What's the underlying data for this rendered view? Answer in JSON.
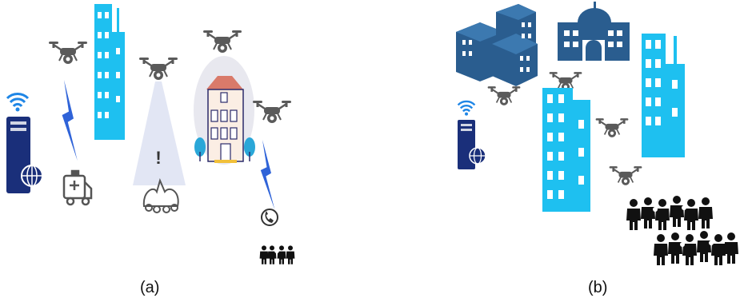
{
  "panels": [
    {
      "caption": "(a)"
    },
    {
      "caption": "(b)"
    }
  ],
  "colors": {
    "skyscraper": "#1ec0f0",
    "skyscraper_window": "#ffffff",
    "server": "#1a2f7a",
    "wifi": "#1f86e6",
    "drone": "#5a5a5a",
    "lightning": "#2f63d8",
    "office_block": "#2a5d8f",
    "house_roof": "#d97a6a",
    "house_wall": "#fbeee4",
    "crowd": "#111111",
    "outline_gray": "#555555"
  },
  "icons": [
    "server-icon",
    "wifi-icon",
    "drone-icon",
    "lightning-icon",
    "skyscraper-icon",
    "ambulance-icon",
    "spotlight-beam",
    "car-crash-icon",
    "house-icon",
    "tree-icon",
    "phone-icon",
    "people-group-icon",
    "office-building-icon",
    "government-building-icon"
  ]
}
